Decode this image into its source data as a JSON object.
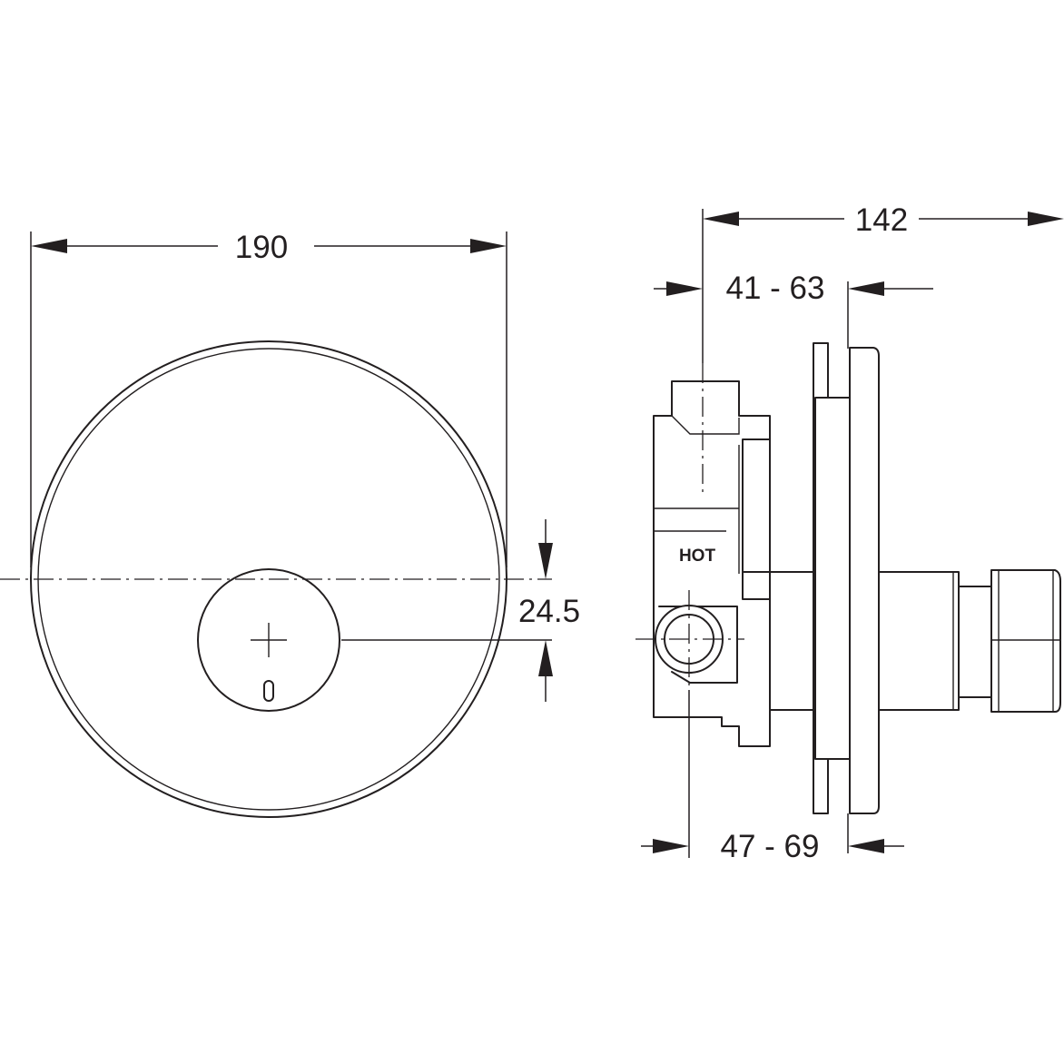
{
  "dimensions": {
    "diameter": "190",
    "knob_offset": "24.5",
    "total_depth": "142",
    "wall_range_upper": "41 - 63",
    "wall_range_lower": "47 - 69"
  },
  "labels": {
    "hot": "HOT"
  }
}
